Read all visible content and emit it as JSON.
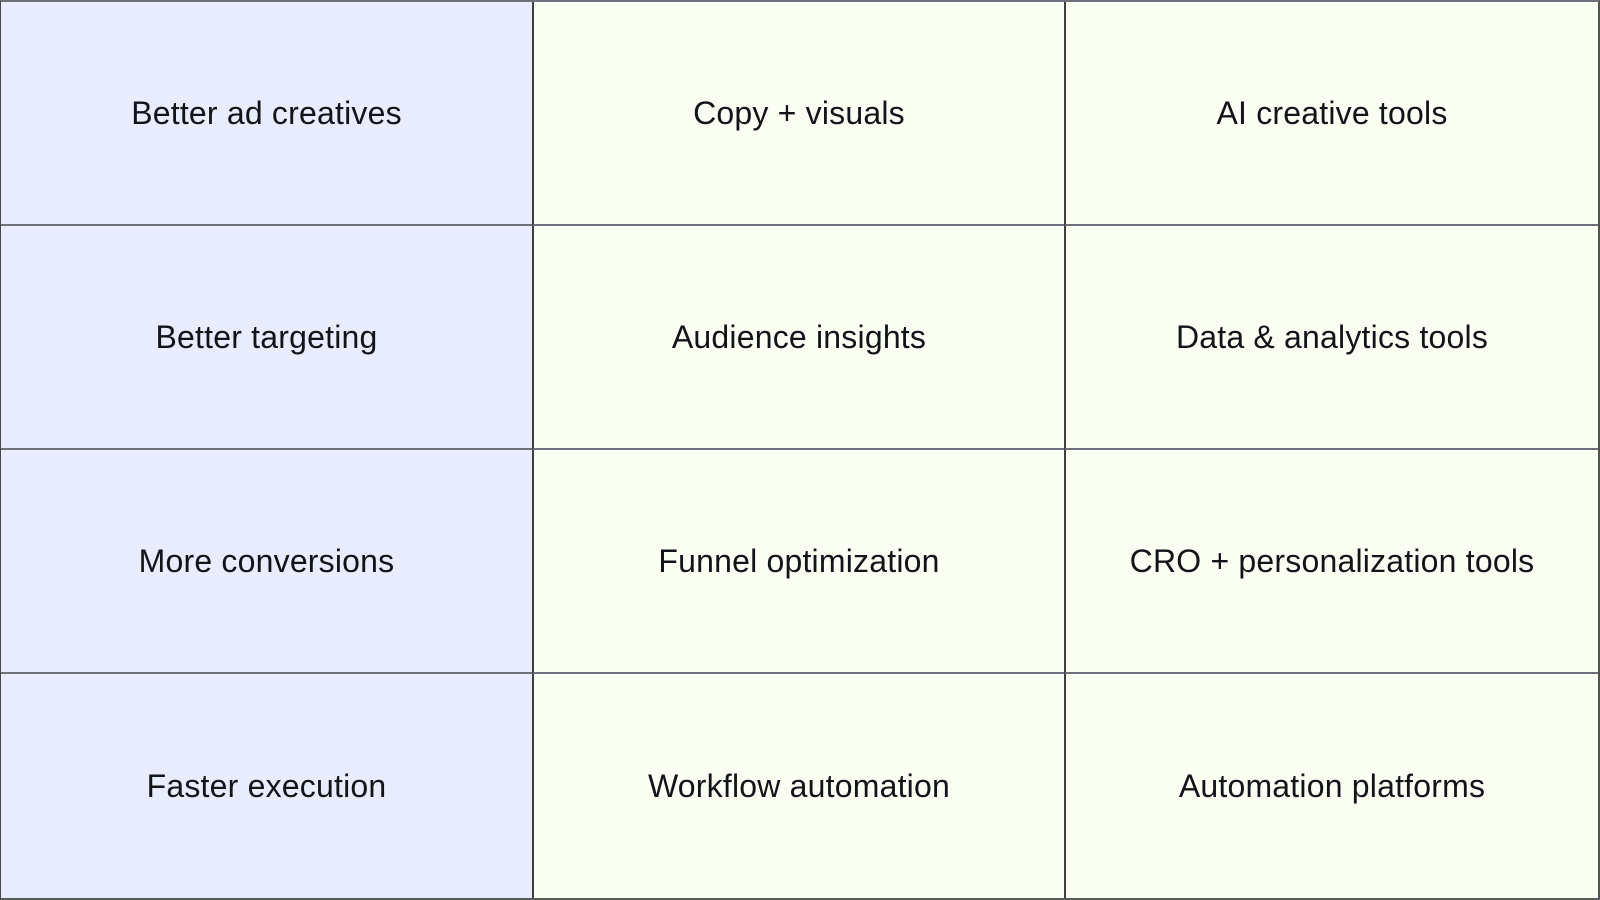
{
  "colors": {
    "cell_bg": "#fbfef2",
    "highlight_bg": "#e9ecfc",
    "border_h": "#6e7278",
    "border_v": "#3c3e44",
    "text": "#111418"
  },
  "table": {
    "rows": [
      [
        "Better ad creatives",
        "Copy + visuals",
        "AI creative tools"
      ],
      [
        "Better targeting",
        "Audience insights",
        "Data & analytics tools"
      ],
      [
        "More conversions",
        "Funnel optimization",
        "CRO + personalization tools"
      ],
      [
        "Faster execution",
        "Workflow automation",
        "Automation platforms"
      ]
    ]
  }
}
